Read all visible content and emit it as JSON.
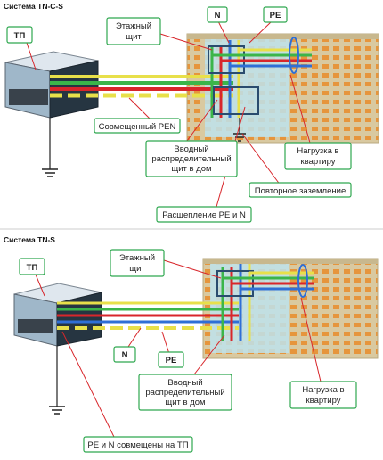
{
  "colors": {
    "line_yellow": "#e8e04a",
    "line_green": "#3bb54a",
    "line_red": "#d8262b",
    "line_blue": "#2f6fd6",
    "line_pen": "#e8e04a",
    "label_border": "#2fa84f",
    "leader": "#d8262b",
    "building": "#d7c9a3",
    "window": "#e6953c",
    "panel": "#8fd3e6"
  },
  "top": {
    "title": "Система TN-C-S",
    "tp": "ТП",
    "n": "N",
    "pe": "PE",
    "floor_shield": [
      "Этажный",
      "щит"
    ],
    "pen": "Совмещенный PEN",
    "input_shield": [
      "Вводный",
      "распределительный",
      "щит в дом"
    ],
    "load": [
      "Нагрузка в",
      "квартиру"
    ],
    "reground": "Повторное заземление",
    "split": "Расщепление PE и N"
  },
  "bottom": {
    "title": "Система TN-S",
    "tp": "ТП",
    "floor_shield": [
      "Этажный",
      "щит"
    ],
    "n": "N",
    "pe": "PE",
    "input_shield": [
      "Вводный",
      "распределительный",
      "щит в дом"
    ],
    "load": [
      "Нагрузка в",
      "квартиру"
    ],
    "combined": "PE и N совмещены на ТП"
  }
}
